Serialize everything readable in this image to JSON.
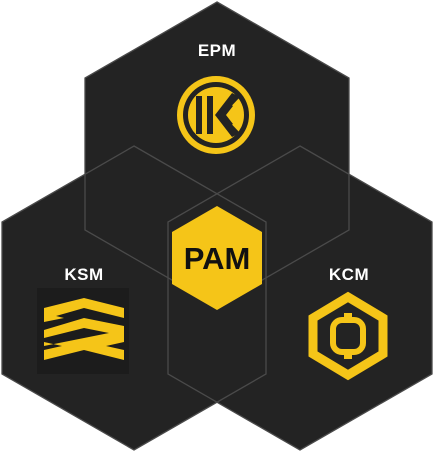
{
  "colors": {
    "background": "#ffffff",
    "hex_fill": "#232323",
    "hex_edge": "#4a4a4a",
    "accent": "#F5C518",
    "label": "#ffffff",
    "center_label": "#111111"
  },
  "nodes": [
    {
      "id": "epm",
      "label": "EPM",
      "icon": "keeper-keyhole-logo-icon"
    },
    {
      "id": "ksm",
      "label": "KSM",
      "icon": "stacked-s-logo-icon"
    },
    {
      "id": "kcm",
      "label": "KCM",
      "icon": "octagon-link-logo-icon"
    }
  ],
  "center": {
    "label": "PAM"
  }
}
